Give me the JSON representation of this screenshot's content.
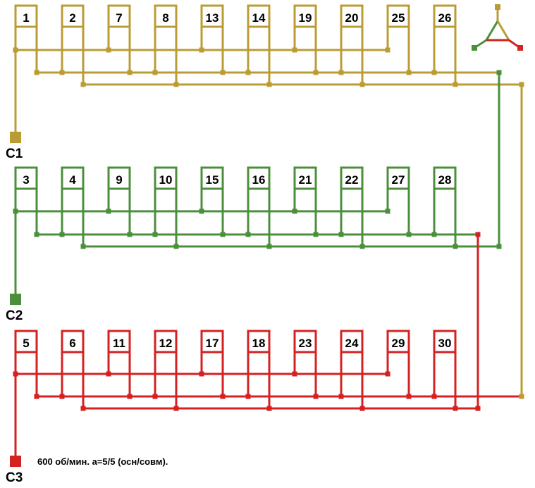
{
  "colors": {
    "phase1": "#bb9c34",
    "phase2": "#4b8f3c",
    "phase3": "#d42222"
  },
  "phases": [
    {
      "terminal": "C1",
      "coils": [
        "1",
        "2",
        "7",
        "8",
        "13",
        "14",
        "19",
        "20",
        "25",
        "26"
      ]
    },
    {
      "terminal": "C2",
      "coils": [
        "3",
        "4",
        "9",
        "10",
        "15",
        "16",
        "21",
        "22",
        "27",
        "28"
      ]
    },
    {
      "terminal": "C3",
      "coils": [
        "5",
        "6",
        "11",
        "12",
        "17",
        "18",
        "23",
        "24",
        "29",
        "30"
      ]
    }
  ],
  "note": "600 об/мин. a=5/5 (осн/совм)."
}
